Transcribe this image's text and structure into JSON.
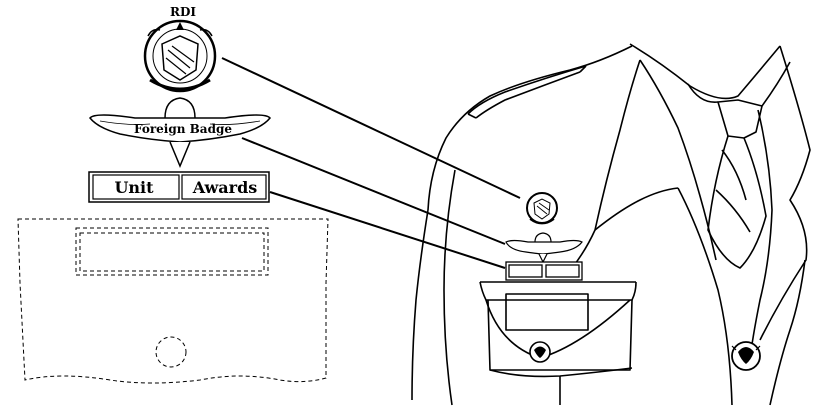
{
  "labels": {
    "rdi": "RDI",
    "foreign_badge": "Foreign Badge",
    "unit": "Unit",
    "awards": "Awards"
  },
  "icons": {
    "rdi_insignia": "rdi-crest-icon",
    "foreign_badge": "parachute-wings-icon",
    "button": "eagle-button-icon"
  },
  "colors": {
    "line": "#000000",
    "background": "#ffffff"
  }
}
